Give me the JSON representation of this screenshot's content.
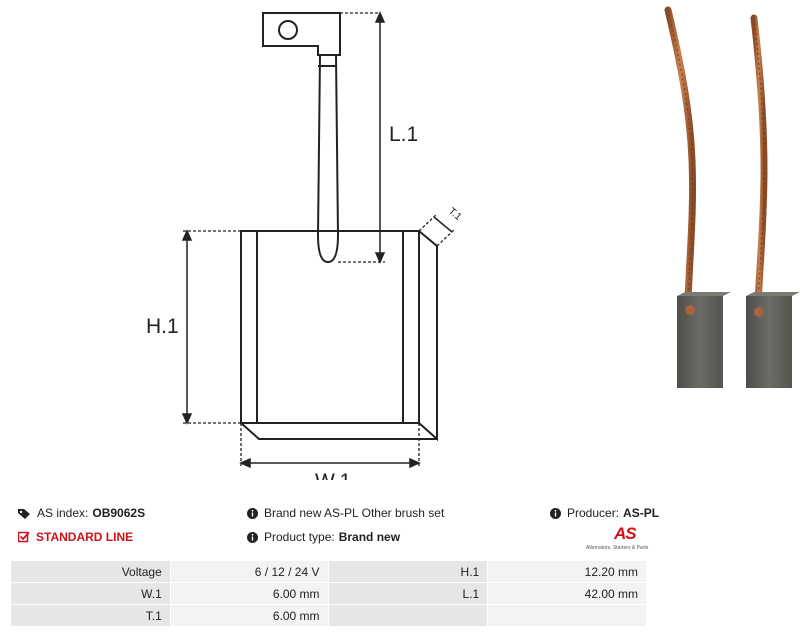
{
  "drawing": {
    "label_l1": "L.1",
    "label_h1": "H.1",
    "label_w1": "W.1",
    "label_t1": "T.1"
  },
  "info": {
    "as_index_label": "AS index:",
    "as_index_value": "OB9062S",
    "standard_line": "STANDARD LINE",
    "description": "Brand new AS-PL Other brush set",
    "product_type_label": "Product type:",
    "product_type_value": "Brand new",
    "producer_label": "Producer:",
    "producer_value": "AS-PL"
  },
  "logo": {
    "mark": "AS",
    "tagline": "Alternators, Starters & Parts"
  },
  "specs": [
    {
      "label": "Voltage",
      "value": "6 / 12 / 24 V",
      "label2": "H.1",
      "value2": "12.20 mm"
    },
    {
      "label": "W.1",
      "value": "6.00 mm",
      "label2": "L.1",
      "value2": "42.00 mm"
    },
    {
      "label": "T.1",
      "value": "6.00 mm",
      "label2": "",
      "value2": ""
    }
  ],
  "colors": {
    "accent_red": "#d0121a",
    "copper": "#b06a3c",
    "graphite": "#5f5f5a"
  }
}
